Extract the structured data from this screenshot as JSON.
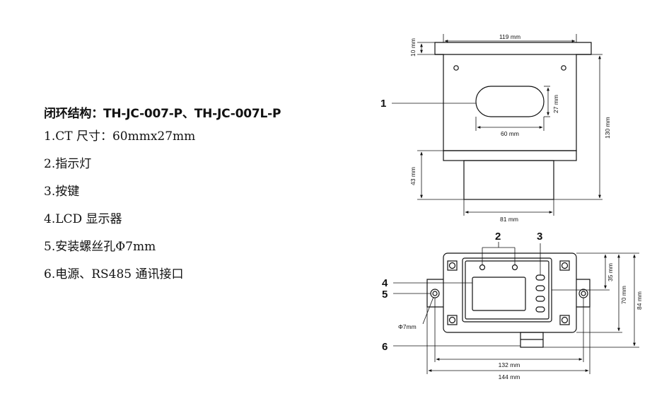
{
  "spec": {
    "title": "闭环结构：TH-JC-007-P、TH-JC-007L-P",
    "items": [
      "1.CT 尺寸：60mmx27mm",
      "2.指示灯",
      "3.按键",
      "4.LCD 显示器",
      "5.安装螺丝孔Φ7mm",
      "6.电源、RS485 通讯接口"
    ]
  },
  "drawing": {
    "top_view": {
      "callout_1": "1",
      "dim_width": "119 mm",
      "dim_flange": "10 mm",
      "dim_slot_w": "60 mm",
      "dim_slot_h": "27 mm",
      "dim_height": "130 mm",
      "dim_lower": "43 mm",
      "dim_base": "81 mm"
    },
    "front_view": {
      "callout_2": "2",
      "callout_3": "3",
      "callout_4": "4",
      "callout_5": "5",
      "callout_6": "6",
      "dim_hole": "Φ7mm",
      "dim_35": "35 mm",
      "dim_70": "70 mm",
      "dim_84": "84 mm",
      "dim_132": "132 mm",
      "dim_144": "144 mm"
    }
  }
}
